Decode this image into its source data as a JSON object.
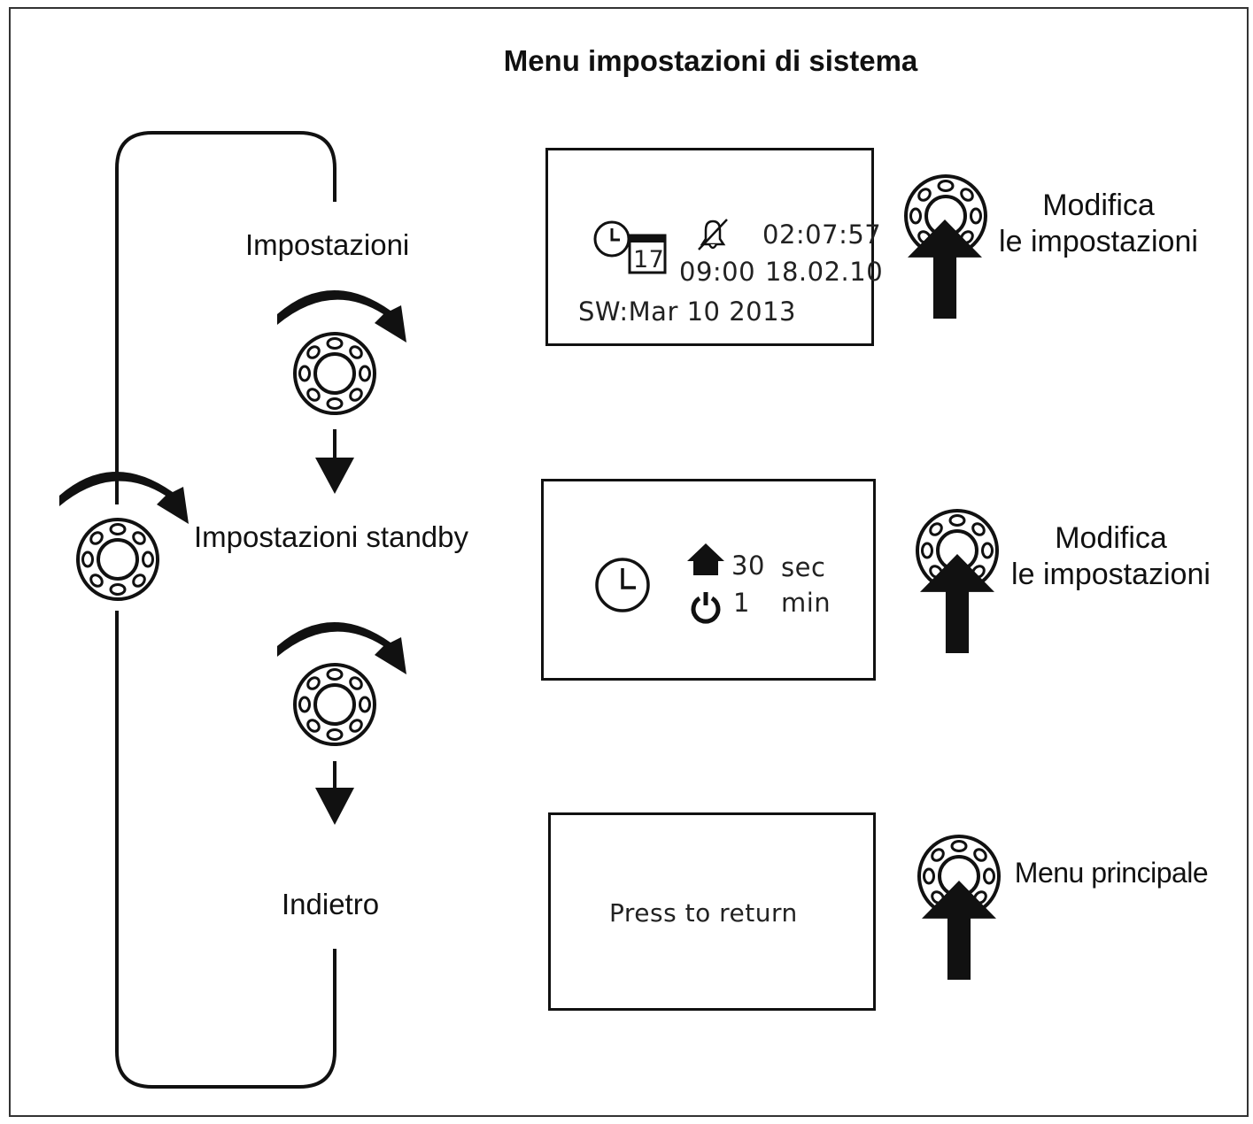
{
  "title": "Menu impostazioni di sistema",
  "flow": {
    "item_settings": "Impostazioni",
    "item_standby": "Impostazioni standby",
    "item_back": "Indietro"
  },
  "screens": {
    "settings": {
      "time": "02:07:57",
      "calendar_day": "17",
      "alarm_time": "09:00",
      "date": "18.02.10",
      "software": "SW:Mar  10  2013"
    },
    "standby": {
      "home_value": "30",
      "home_unit": "sec",
      "power_value": "1",
      "power_unit": "min"
    },
    "back": {
      "message": "Press  to  return"
    }
  },
  "actions": {
    "modify_line1": "Modifica",
    "modify_line2": "le impostazioni",
    "main_menu": "Menu principale"
  },
  "icons": [
    "rotary-knob-icon",
    "curved-arrow-icon",
    "down-arrow-icon",
    "press-arrow-icon",
    "clock-icon",
    "calendar-icon",
    "bell-off-icon",
    "home-icon",
    "power-icon"
  ]
}
